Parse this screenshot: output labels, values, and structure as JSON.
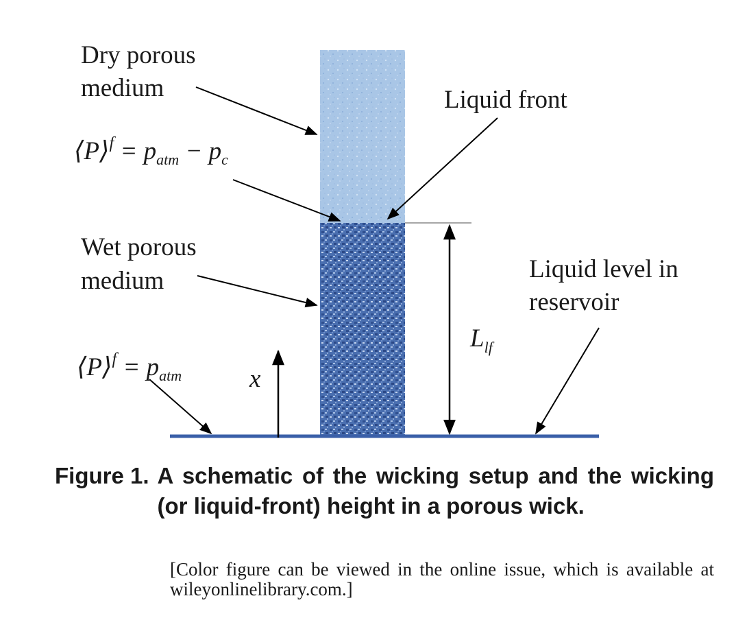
{
  "labels": {
    "dry": [
      "Dry porous",
      "medium"
    ],
    "wet": [
      "Wet porous",
      "medium"
    ],
    "liquid_front": "Liquid front",
    "reservoir": [
      "Liquid level in",
      "reservoir"
    ],
    "height_symbol": "L",
    "height_sub": "lf",
    "x_axis": "x"
  },
  "equations": {
    "top": {
      "lhs": "⟨P⟩",
      "sup": "f",
      "eq": " = p",
      "sub1": "atm",
      "minus": " − p",
      "sub2": "c"
    },
    "bottom": {
      "lhs": "⟨P⟩",
      "sup": "f",
      "eq": " = p",
      "sub1": "atm"
    }
  },
  "caption": {
    "label": "Figure 1.",
    "text": "A schematic of the wicking setup and the wicking (or liquid-front) height in a porous wick.",
    "note": "[Color figure can be viewed in the online issue, which is available at wileyonlinelibrary.com.]"
  },
  "colors": {
    "dry_medium": "#a9c6e6",
    "wet_medium": "#4a6fb0",
    "reservoir_line": "#3a5fa8",
    "arrows": "#000000"
  }
}
